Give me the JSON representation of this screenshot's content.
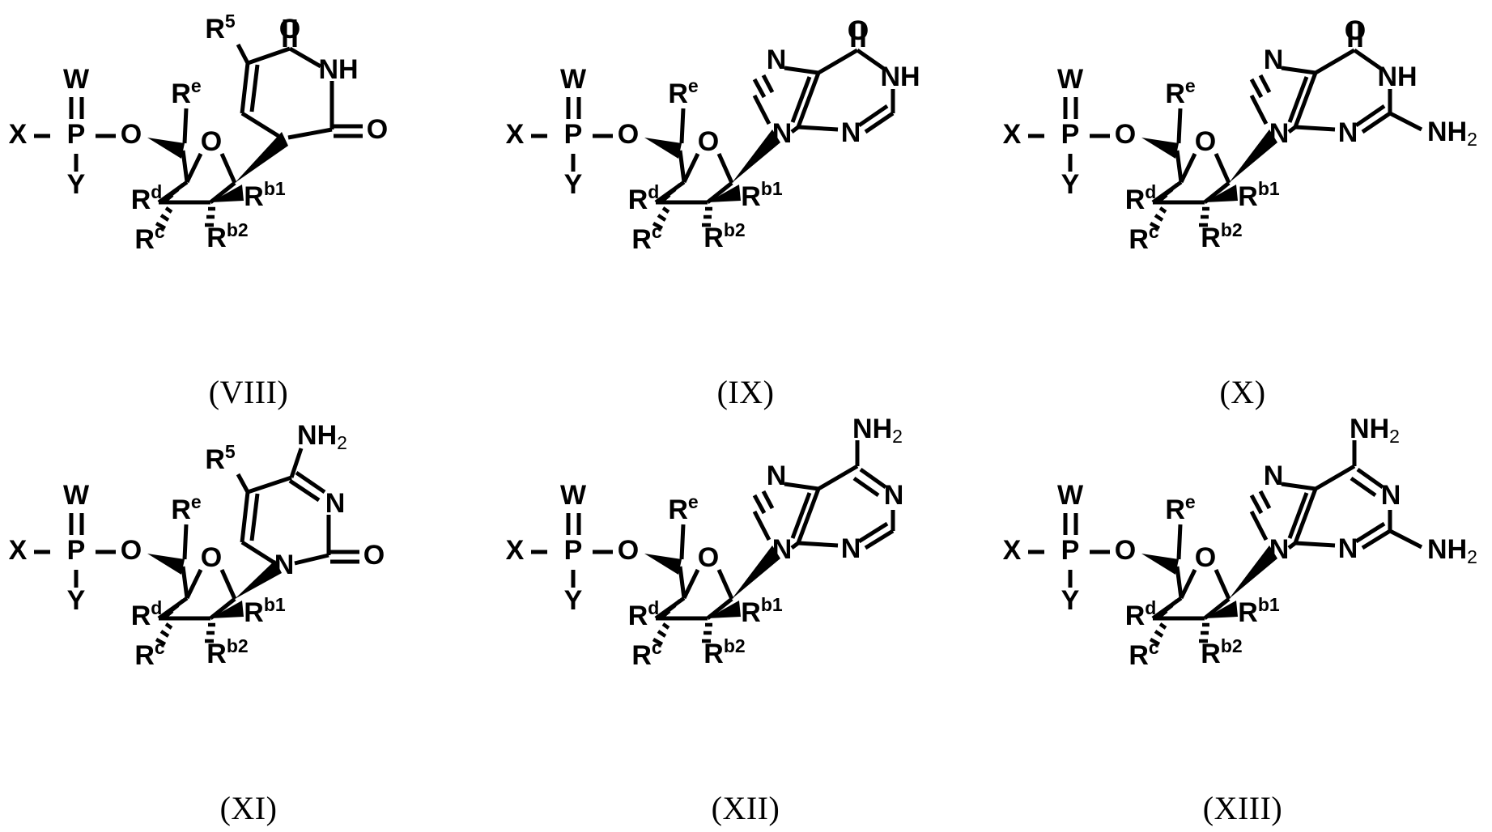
{
  "page": {
    "title": "Nucleoside phosphate general formulae (VIII)-(XIII)",
    "background_color": "#ffffff",
    "ink_color": "#000000",
    "columns": 3,
    "rows": 2
  },
  "common": {
    "phosphate": {
      "p": "P",
      "w": "W",
      "x": "X",
      "y": "Y",
      "o_linker": "O"
    },
    "sugar": {
      "ring_oxygen": "O",
      "substituents": {
        "r_e": {
          "base": "R",
          "sup": "e"
        },
        "r_d": {
          "base": "R",
          "sup": "d"
        },
        "r_c": {
          "base": "R",
          "sup": "c"
        },
        "r_b1": {
          "base": "R",
          "sup": "b1"
        },
        "r_b2": {
          "base": "R",
          "sup": "b2"
        }
      }
    },
    "r5": {
      "base": "R",
      "sup": "5"
    },
    "amine": {
      "base": "NH",
      "sub": "2"
    },
    "nh": "NH",
    "n": "N",
    "o": "O"
  },
  "structures": [
    {
      "id": "viii",
      "label": "(VIII)",
      "base_name": "uracil-5-R5",
      "base_type": "pyrimidine",
      "base_atoms": [
        "O",
        "NH",
        "O",
        "N",
        "R5"
      ],
      "has_r5": true,
      "r5_label": {
        "base": "R",
        "sup": "5"
      },
      "top_carbonyl": "O",
      "ring_nh": "NH",
      "side_carbonyl": "O",
      "ring_n1": "N"
    },
    {
      "id": "ix",
      "label": "(IX)",
      "base_name": "hypoxanthine",
      "base_type": "purine",
      "base_atoms": [
        "O",
        "NH",
        "N",
        "N",
        "N"
      ],
      "has_r5": false,
      "top_carbonyl": "O",
      "ring_nh": "NH",
      "imidazole_n3": "N",
      "imidazole_n9": "N",
      "pyrimidine_n": "N",
      "c2_substituent": null
    },
    {
      "id": "x",
      "label": "(X)",
      "base_name": "guanine",
      "base_type": "purine",
      "base_atoms": [
        "O",
        "NH",
        "N",
        "N",
        "N",
        "NH2"
      ],
      "has_r5": false,
      "top_carbonyl": "O",
      "ring_nh": "NH",
      "imidazole_n3": "N",
      "imidazole_n9": "N",
      "pyrimidine_n": "N",
      "c2_substituent": {
        "base": "NH",
        "sub": "2"
      }
    },
    {
      "id": "xi",
      "label": "(XI)",
      "base_name": "cytosine-5-R5",
      "base_type": "pyrimidine",
      "base_atoms": [
        "NH2",
        "N",
        "N",
        "O",
        "R5"
      ],
      "has_r5": true,
      "r5_label": {
        "base": "R",
        "sup": "5"
      },
      "top_amine": {
        "base": "NH",
        "sub": "2"
      },
      "ring_n3": "N",
      "ring_n1": "N",
      "side_carbonyl": "O"
    },
    {
      "id": "xii",
      "label": "(XII)",
      "base_name": "adenine",
      "base_type": "purine",
      "base_atoms": [
        "NH2",
        "N",
        "N",
        "N",
        "N"
      ],
      "has_r5": false,
      "top_amine": {
        "base": "NH",
        "sub": "2"
      },
      "imidazole_n3": "N",
      "imidazole_n9": "N",
      "pyrimidine_n1": "N",
      "pyrimidine_n3": "N",
      "c2_substituent": null
    },
    {
      "id": "xiii",
      "label": "(XIII)",
      "base_name": "2,6-diaminopurine",
      "base_type": "purine",
      "base_atoms": [
        "NH2",
        "N",
        "N",
        "N",
        "N",
        "NH2"
      ],
      "has_r5": false,
      "top_amine": {
        "base": "NH",
        "sub": "2"
      },
      "imidazole_n3": "N",
      "imidazole_n9": "N",
      "pyrimidine_n1": "N",
      "pyrimidine_n3": "N",
      "c2_substituent": {
        "base": "NH",
        "sub": "2"
      }
    }
  ]
}
